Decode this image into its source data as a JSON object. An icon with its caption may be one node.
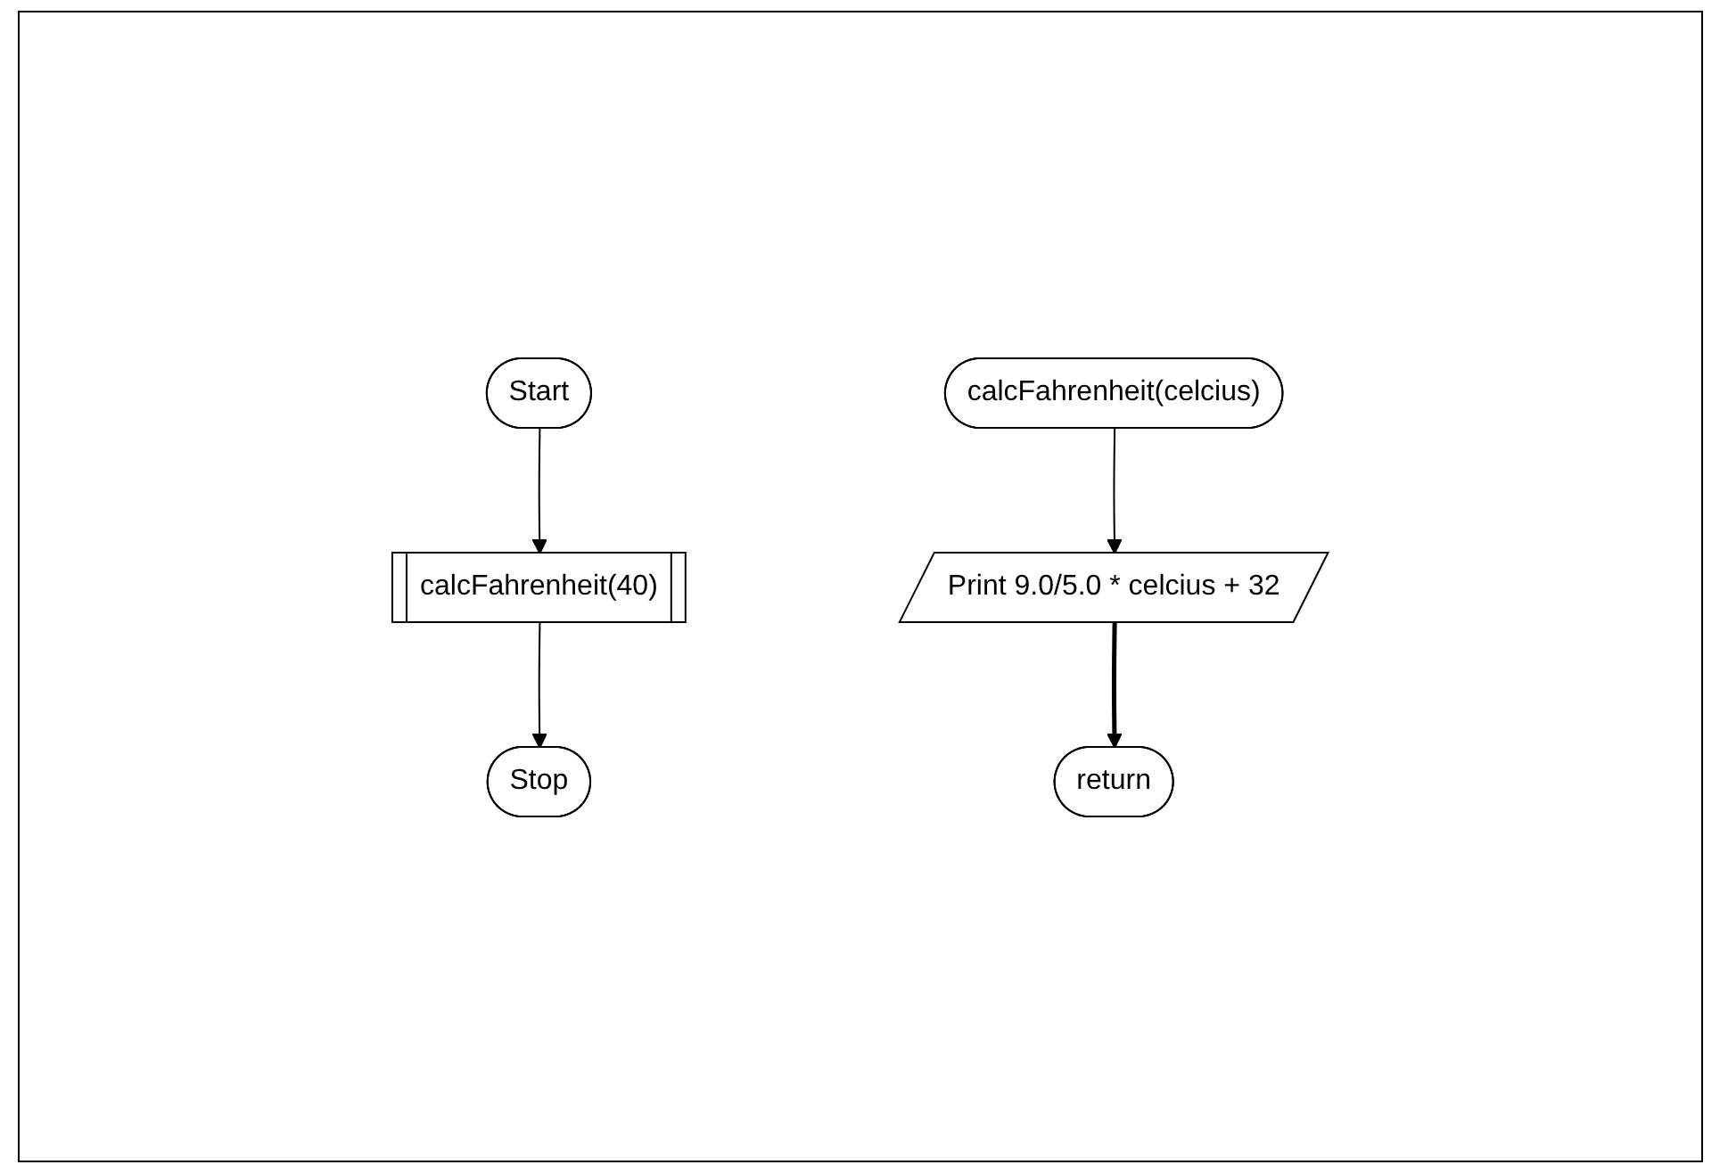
{
  "diagram": {
    "nodes": [
      {
        "text": [
          "Start"
        ]
      },
      {
        "text": [
          "calcFahrenheit(40)"
        ]
      },
      {
        "text": [
          "Stop"
        ]
      },
      {
        "text": [
          "calcFahrenheit(celcius)"
        ]
      },
      {
        "text": [
          "Print 9.0/5.0 * celcius + 32"
        ]
      },
      {
        "text": [
          "return"
        ]
      }
    ],
    "edges": [
      {
        "from": 0,
        "to": 1,
        "arrow": "to"
      },
      {
        "from": 1,
        "to": 2,
        "arrow": "to"
      },
      {
        "from": 3,
        "to": 4,
        "arrow": "to"
      },
      {
        "from": 4,
        "to": 5,
        "arrow": "to",
        "style": "thick"
      }
    ]
  }
}
